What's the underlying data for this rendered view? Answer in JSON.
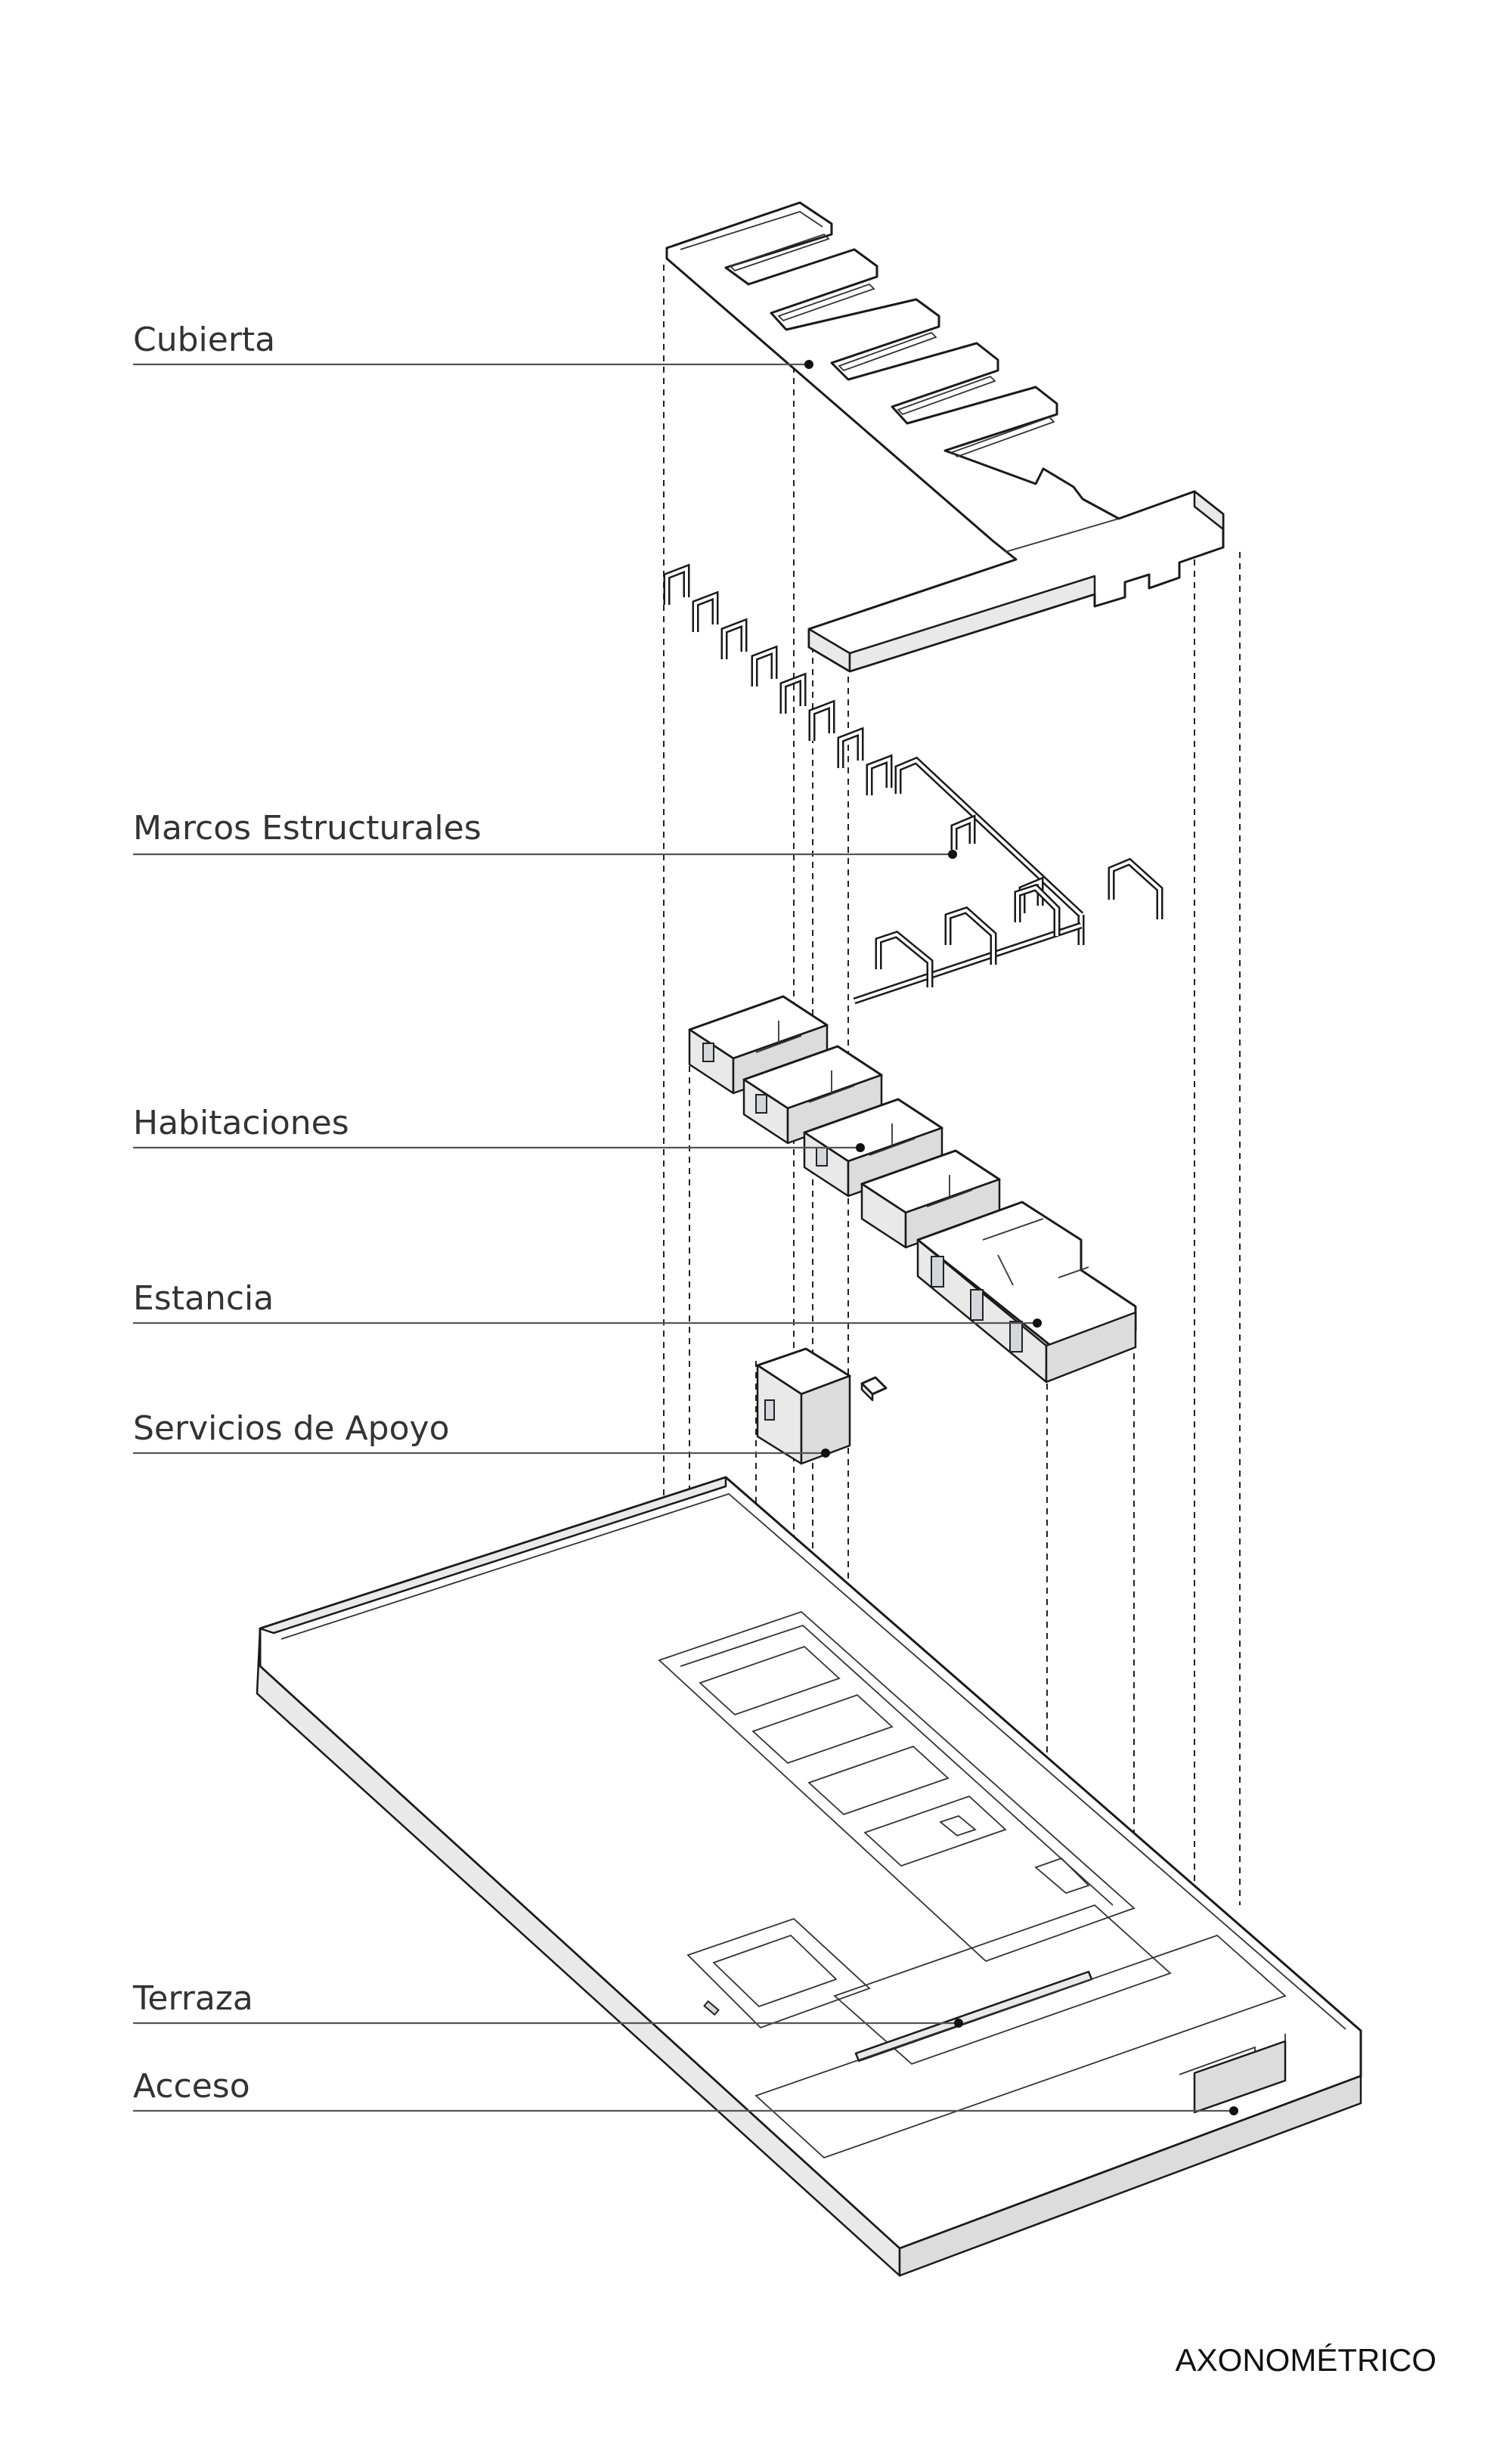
{
  "labels": {
    "cubierta": "Cubierta",
    "marcos": "Marcos Estructurales",
    "habitaciones": "Habitaciones",
    "estancia": "Estancia",
    "servicios": "Servicios de Apoyo",
    "terraza": "Terraza",
    "acceso": "Acceso"
  },
  "caption": "AXONOMÉTRICO"
}
